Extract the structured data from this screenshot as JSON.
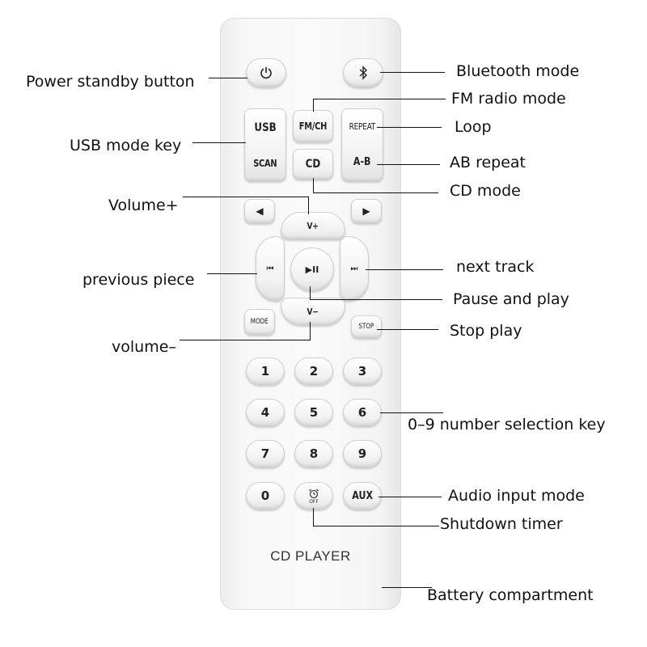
{
  "remote": {
    "buttons": {
      "power_icon": "⏻",
      "bluetooth_icon": "✱",
      "usb": "USB",
      "scan": "SCAN",
      "fm_ch": "FM/CH",
      "cd": "CD",
      "repeat": "REPEAT",
      "ab": "A-B",
      "left_arrow": "◀",
      "right_arrow": "▶",
      "vol_up": "V+",
      "vol_down": "V−",
      "prev": "⏮",
      "next": "⏭",
      "play_pause": "▶II",
      "mode": "MODE",
      "stop": "STOP",
      "numbers": [
        "1",
        "2",
        "3",
        "4",
        "5",
        "6",
        "7",
        "8",
        "9",
        "0"
      ],
      "timer_off": "OFF",
      "aux": "AUX"
    },
    "brand": "CD PLAYER"
  },
  "labels": {
    "power": "Power standby button",
    "bluetooth": "Bluetooth mode",
    "fm": "FM radio mode",
    "loop": "Loop",
    "usb": "USB mode key",
    "ab": "AB repeat",
    "cd": "CD mode",
    "vol_up": "Volume+",
    "prev": "previous piece",
    "next": "next track",
    "pause_play": "Pause and play",
    "vol_down": "volume–",
    "stop": "Stop play",
    "numbers": "0–9 number selection key",
    "aux": "Audio input mode",
    "timer": "Shutdown timer",
    "battery": "Battery compartment"
  }
}
